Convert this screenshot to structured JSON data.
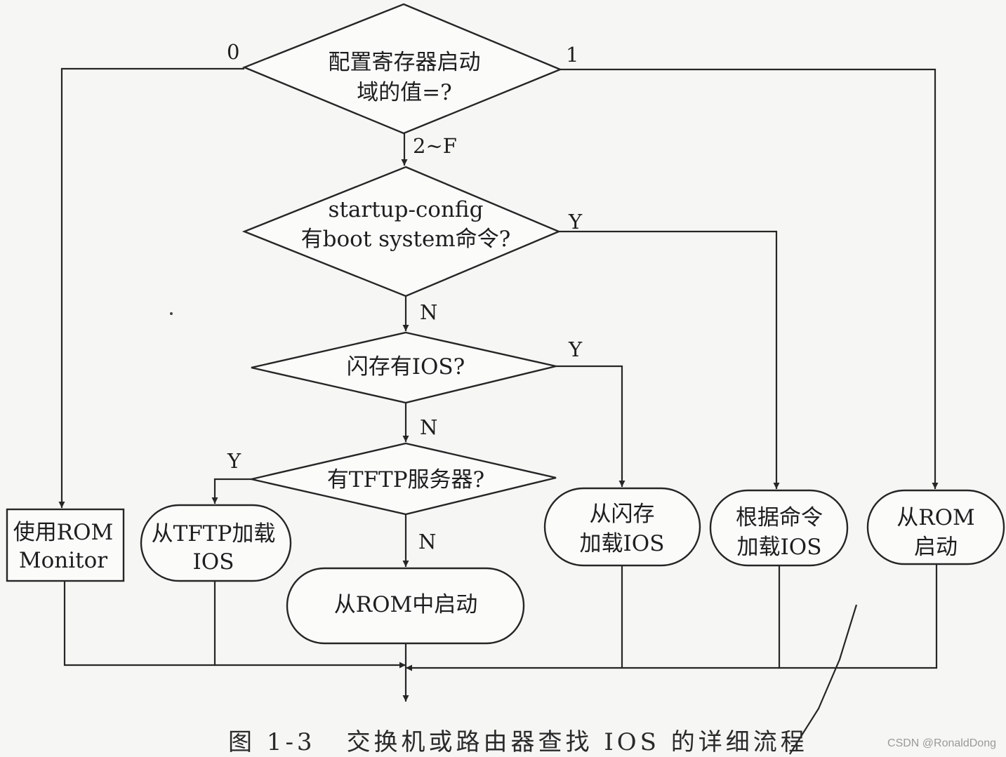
{
  "nodes": {
    "cfg_register": {
      "lines": [
        "配置寄存器启动",
        "域的值=?"
      ]
    },
    "startup_config": {
      "lines": [
        "startup-config",
        "有boot system命令?"
      ]
    },
    "flash_has_ios": {
      "lines": [
        "闪存有IOS?"
      ]
    },
    "has_tftp": {
      "lines": [
        "有TFTP服务器?"
      ]
    },
    "rom_monitor": {
      "lines": [
        "使用ROM",
        "Monitor"
      ]
    },
    "tftp_load": {
      "lines": [
        "从TFTP加载",
        "IOS"
      ]
    },
    "rom_boot_center": {
      "lines": [
        "从ROM中启动"
      ]
    },
    "flash_load": {
      "lines": [
        "从闪存",
        "加载IOS"
      ]
    },
    "cmd_load": {
      "lines": [
        "根据命令",
        "加载IOS"
      ]
    },
    "rom_boot": {
      "lines": [
        "从ROM",
        "启动"
      ]
    }
  },
  "edges": {
    "zero": "0",
    "one": "1",
    "two_to_f": "2~F",
    "cfg_yes": "Y",
    "cfg_no": "N",
    "flash_yes": "Y",
    "flash_no": "N",
    "tftp_yes": "Y",
    "tftp_no": "N"
  },
  "caption": {
    "figure": "图 1-3",
    "text": "交换机或路由器查找 IOS 的详细流程"
  },
  "watermark": "CSDN @RonaldDong"
}
